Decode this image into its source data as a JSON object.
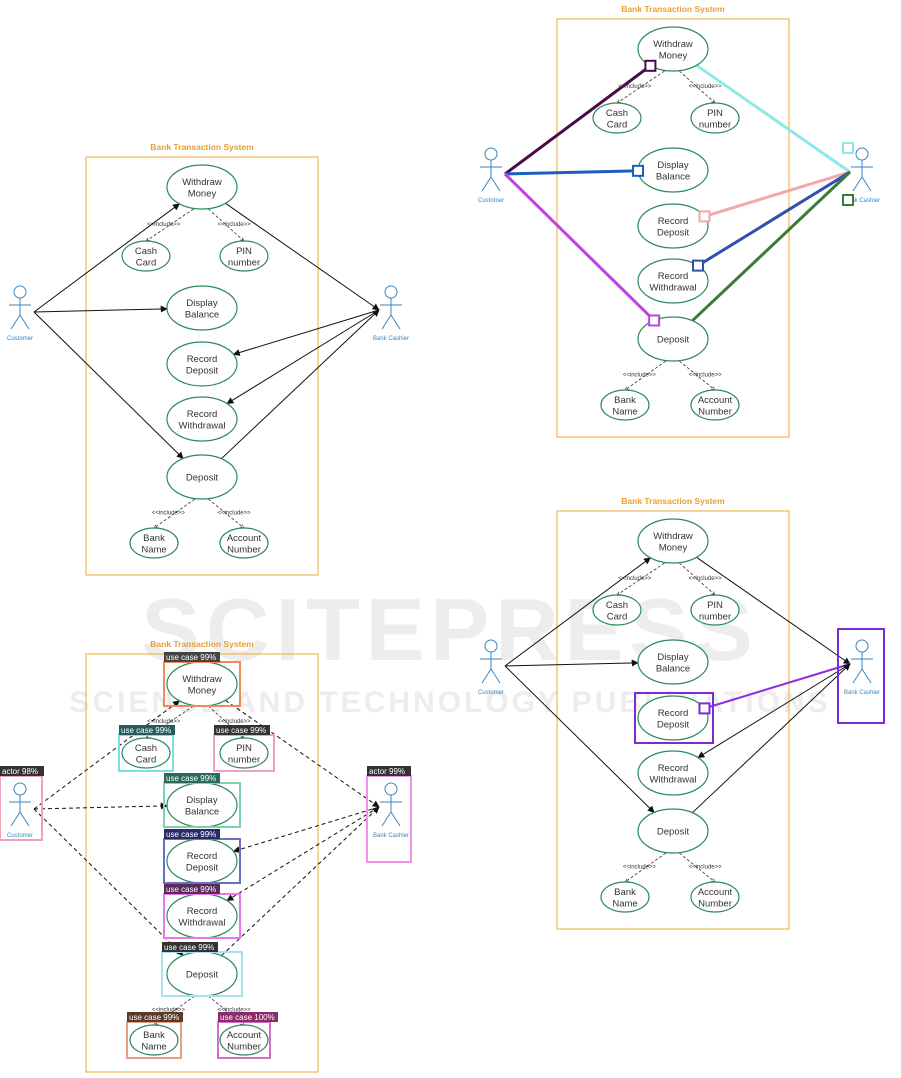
{
  "colors": {
    "boundary": "#f0a830",
    "title": "#e8a030",
    "usecase": "#2e8b57",
    "actor": "#3a86c0",
    "line": "#111111"
  },
  "watermark": {
    "main": "SCITEPRESS",
    "sub": "SCIENCE AND TECHNOLOGY PUBLICATIONS"
  },
  "diagram": {
    "system_title": "Bank Transaction System",
    "actors": {
      "customer": "Customer",
      "cashier": "Bank Cashier"
    },
    "include_label": "<<include>>",
    "use_cases": {
      "withdraw": [
        "Withdraw",
        "Money"
      ],
      "cash": [
        "Cash",
        "Card"
      ],
      "pin": [
        "PIN",
        "number"
      ],
      "display": [
        "Display",
        "Balance"
      ],
      "rdeposit": [
        "Record",
        "Deposit"
      ],
      "rwithdraw": [
        "Record",
        "Withdrawal"
      ],
      "deposit": [
        "Deposit"
      ],
      "bank": [
        "Bank",
        "Name"
      ],
      "account": [
        "Account",
        "Number"
      ]
    }
  },
  "detections": {
    "use_case_99": "use case 99%",
    "use_case_100": "use case 100%",
    "actor_98": "actor 98%",
    "actor_99": "actor 99%",
    "hidden_label": "use case 99%"
  }
}
